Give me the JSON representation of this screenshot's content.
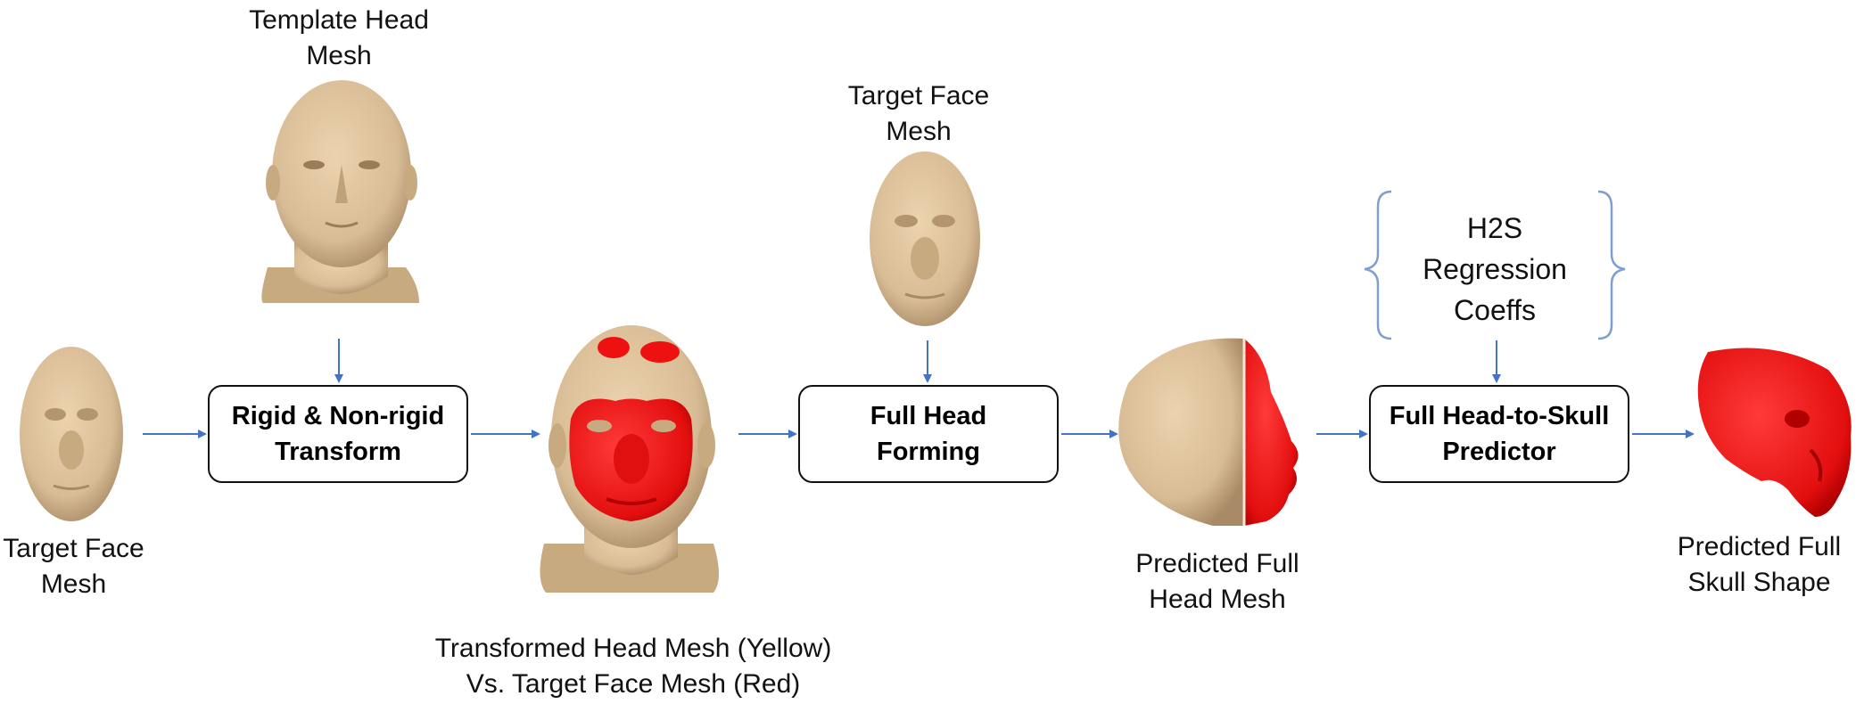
{
  "inputs": {
    "template_head_label": [
      "Template Head",
      "Mesh"
    ],
    "target_face_left_label": [
      "Target Face",
      "Mesh"
    ],
    "target_face_mid_label": [
      "Target Face",
      "Mesh"
    ],
    "coeffs_label": [
      "H2S",
      "Regression",
      "Coeffs"
    ]
  },
  "steps": [
    {
      "label": [
        "Rigid & Non-rigid",
        "Transform"
      ]
    },
    {
      "label": [
        "Full Head",
        "Forming"
      ]
    },
    {
      "label": [
        "Full Head-to-Skull",
        "Predictor"
      ]
    }
  ],
  "outputs": {
    "transformed_label": [
      "Transformed Head Mesh (Yellow)",
      "Vs. Target Face Mesh (Red)"
    ],
    "predicted_head_label": [
      "Predicted Full",
      "Head Mesh"
    ],
    "predicted_skull_label": [
      "Predicted Full",
      "Skull Shape"
    ]
  },
  "colors": {
    "mesh_skin": "#d8bc95",
    "mesh_skin_shadow": "#b39670",
    "target_red": "#ee1111",
    "arrow": "#4472c4",
    "brace": "#7f9fd0"
  },
  "icons": [
    "template-head-mesh",
    "target-face-mesh",
    "transformed-head-mesh",
    "predicted-head-mesh",
    "predicted-skull-shape"
  ]
}
